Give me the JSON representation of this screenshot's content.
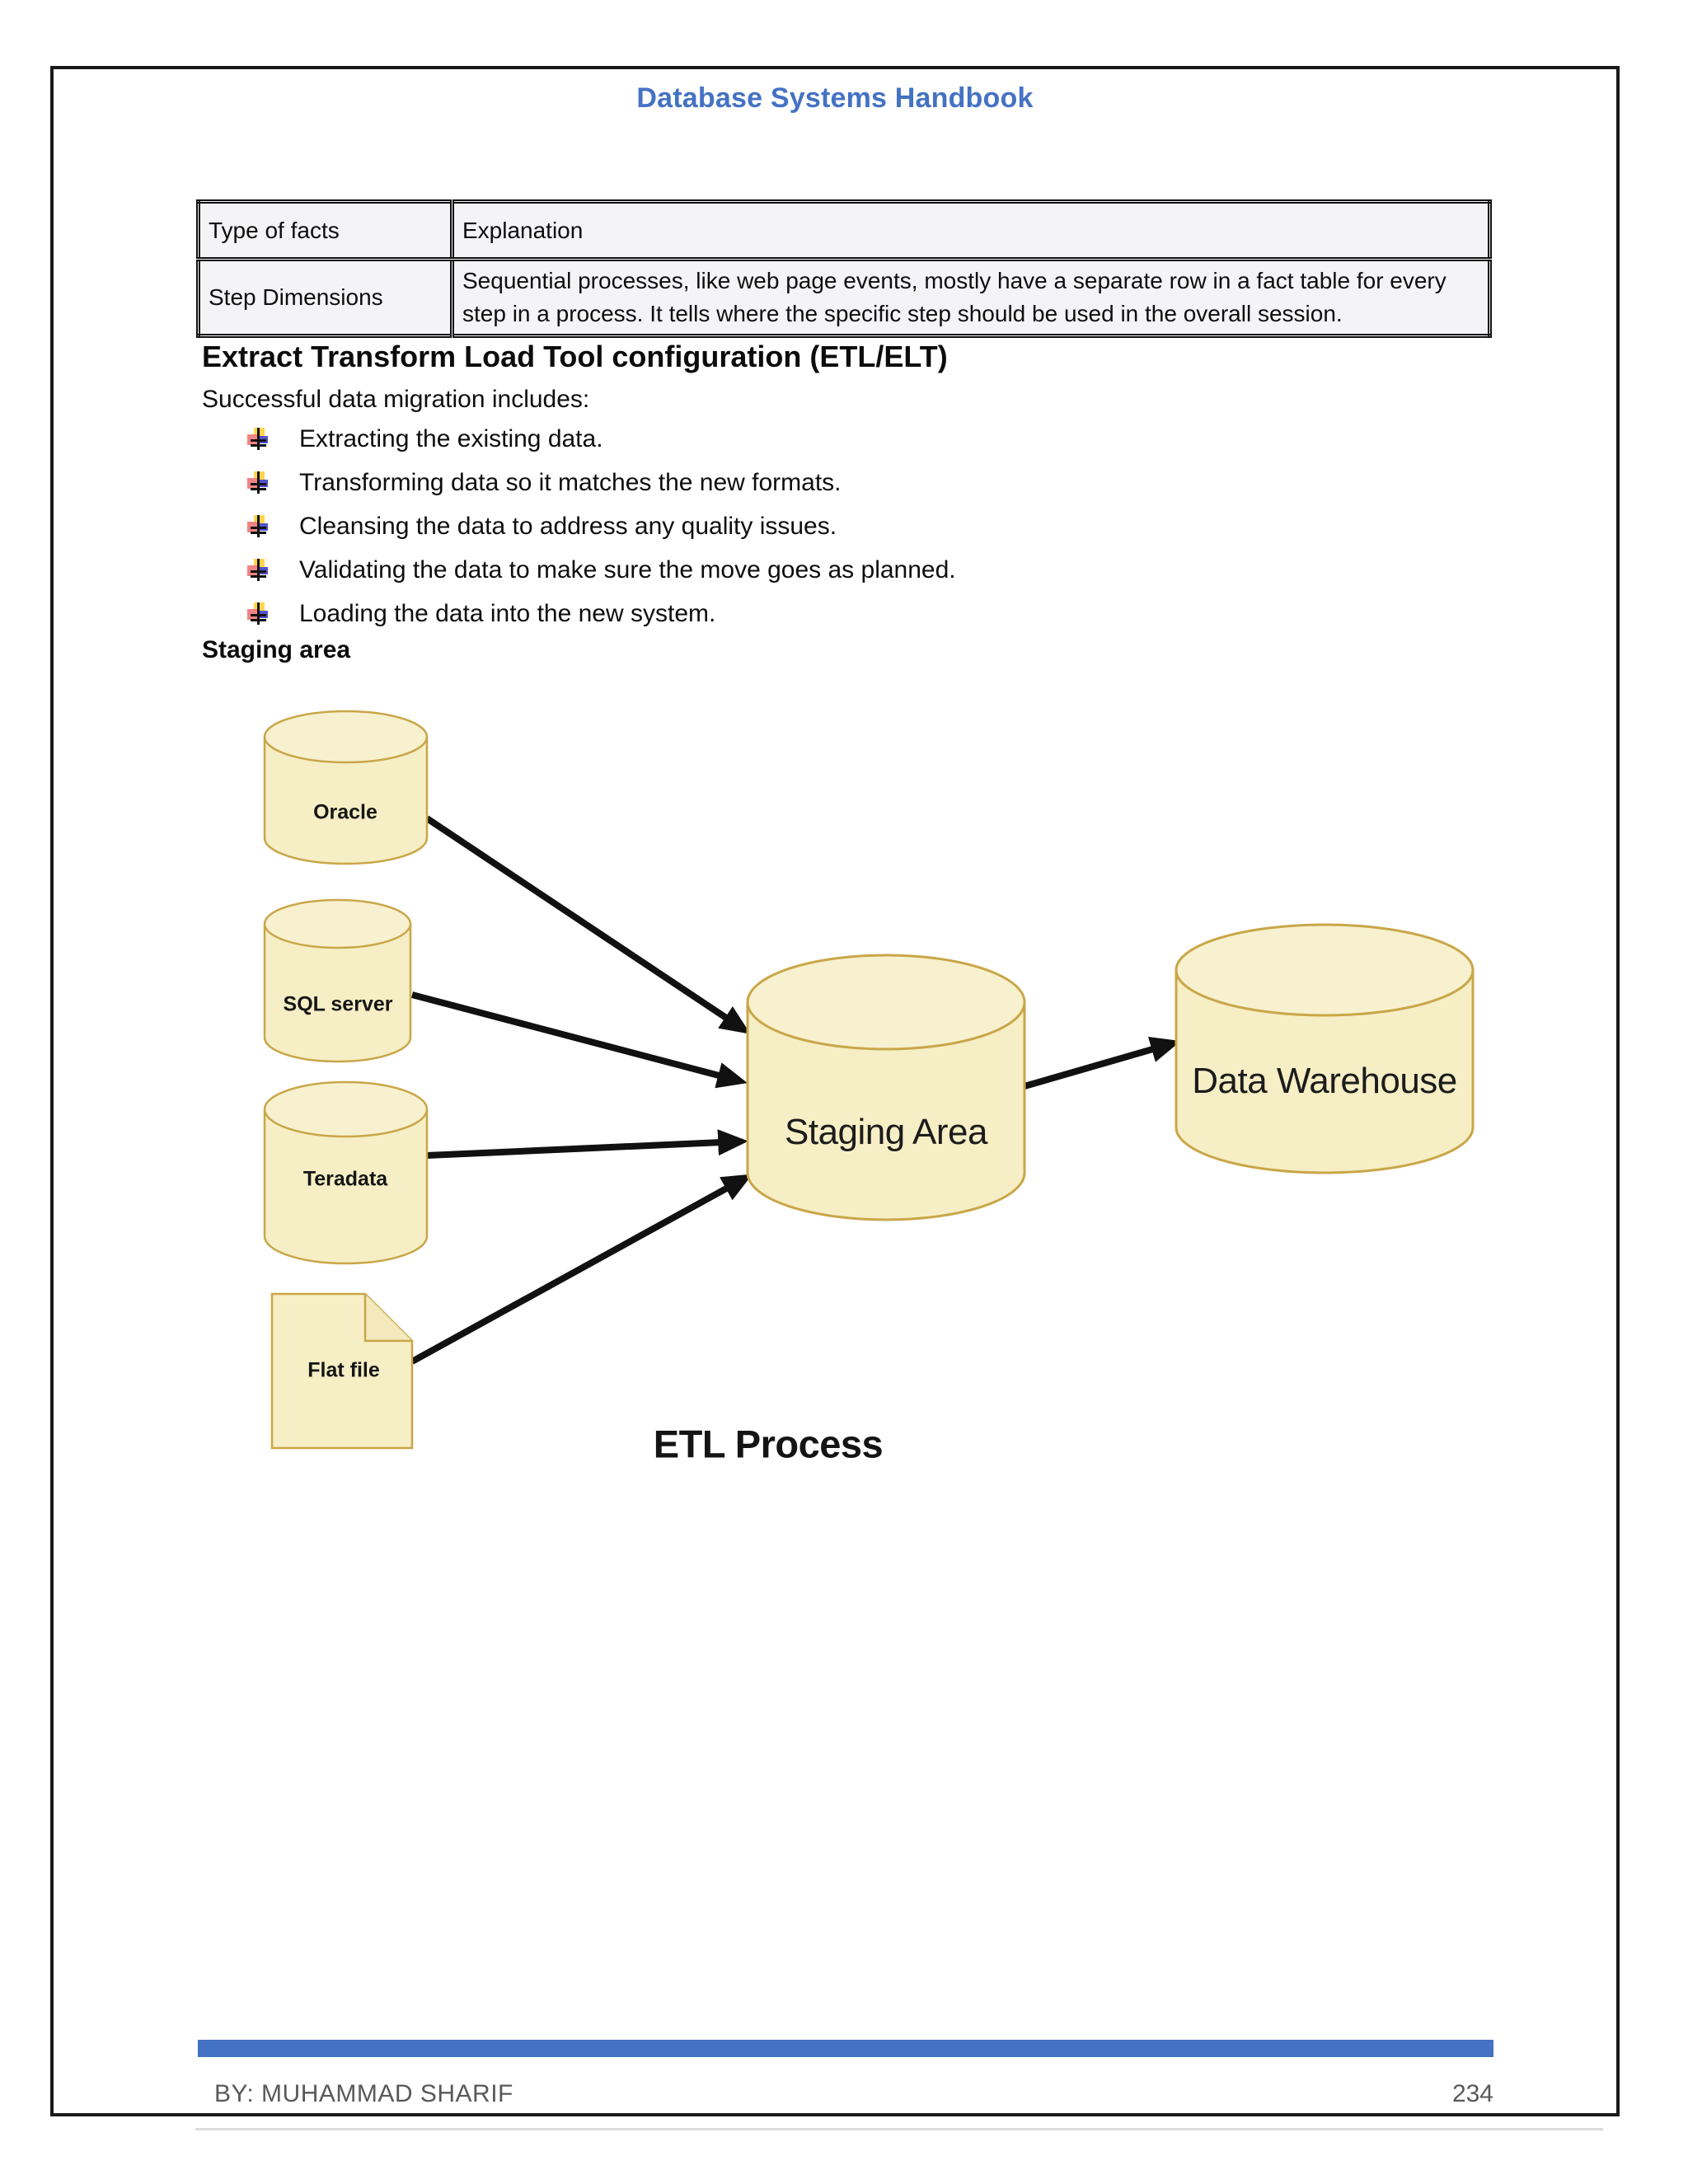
{
  "page": {
    "title": "Database Systems Handbook",
    "footer_author": "BY: MUHAMMAD SHARIF",
    "page_number": "234"
  },
  "colors": {
    "accent_blue": "#4472C4",
    "cylinder_fill": "#F6EEC5",
    "cylinder_top_fill": "#F8F1CF",
    "cylinder_stroke": "#C9A648",
    "arrow_black": "#111111",
    "table_bg": "#F4F3F5"
  },
  "table": {
    "headers": [
      "Type of facts",
      "Explanation"
    ],
    "rows": [
      {
        "type": "Step Dimensions",
        "explanation": "Sequential processes, like web page events, mostly have a separate row in a fact table for every step in a process. It tells where the specific step should be used in the overall session."
      }
    ]
  },
  "section": {
    "heading": "Extract Transform Load Tool configuration (ETL/ELT)",
    "intro": "Successful data migration includes:",
    "bullets": [
      "Extracting the existing data.",
      "Transforming data so it matches the new formats.",
      "Cleansing the data to address any quality issues.",
      "Validating the data to make sure the move goes as planned.",
      "Loading the data into the new system."
    ],
    "staging_label": "Staging area"
  },
  "diagram": {
    "sources": [
      {
        "label": "Oracle"
      },
      {
        "label": "SQL server"
      },
      {
        "label": "Teradata"
      },
      {
        "label": "Flat file"
      }
    ],
    "staging": "Staging Area",
    "warehouse": "Data Warehouse",
    "caption": "ETL Process"
  }
}
